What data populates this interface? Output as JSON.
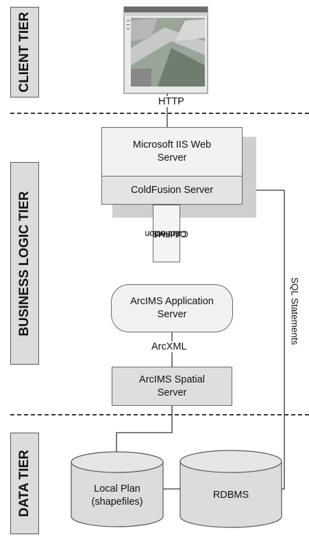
{
  "tiers": {
    "client": "CLIENT TIER",
    "business": "BUSINESS LOGIC TIER",
    "data": "DATA TIER"
  },
  "connections": {
    "http": "HTTP",
    "arcxml": "ArcXML",
    "sql": "SQL Statements"
  },
  "components": {
    "web_server": "Microsoft IIS Web Server",
    "coldfusion": "ColdFusion Server",
    "connector": [
      "ArcIMS",
      "ColdFusion",
      "Connector"
    ],
    "app_server": "ArcIMS Application Server",
    "spatial_server": "ArcIMS Spatial Server",
    "local_plan": "Local Plan (shapefiles)",
    "rdbms": "RDBMS"
  },
  "icons": {
    "client_screenshot": "map-browser-screenshot"
  }
}
